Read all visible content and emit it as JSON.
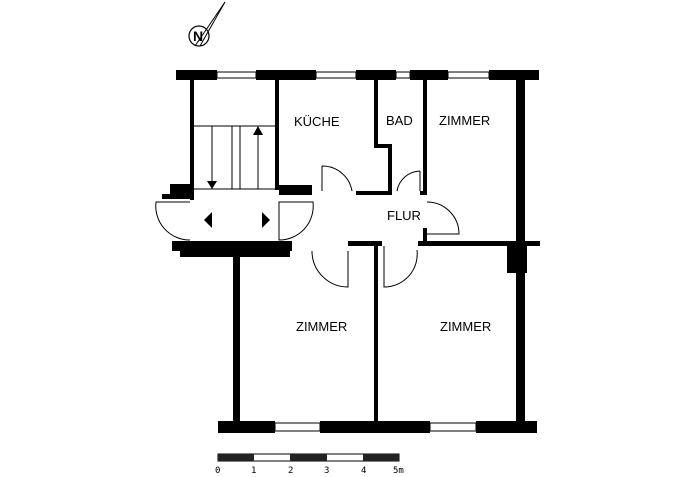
{
  "rooms": {
    "kitchen": "KÜCHE",
    "bath": "BAD",
    "room_top_right": "ZIMMER",
    "hall": "FLUR",
    "room_bottom_left": "ZIMMER",
    "room_bottom_right": "ZIMMER"
  },
  "compass": {
    "letter": "N"
  },
  "scale": {
    "ticks": [
      "0",
      "1",
      "2",
      "3",
      "4",
      "5m"
    ]
  },
  "colors": {
    "wall": "#000000",
    "background": "#ffffff"
  }
}
